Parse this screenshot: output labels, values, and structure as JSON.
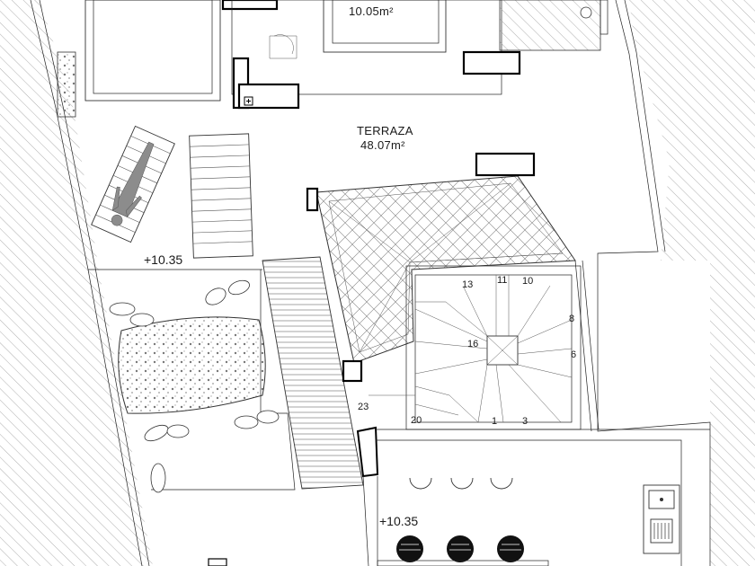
{
  "labels": {
    "room_area": "10.05m²",
    "terrace_name": "TERRAZA",
    "terrace_area": "48.07m²",
    "level_left": "+10.35",
    "level_bottom": "+10.35"
  },
  "stair_steps": [
    "13",
    "11",
    "10",
    "8",
    "16",
    "6",
    "23",
    "20",
    "1",
    "3"
  ],
  "colors": {
    "line": "#111111",
    "hatch": "#9a9a9a",
    "fill": "#ffffff",
    "lounger_figure": "#8c8c8c"
  }
}
